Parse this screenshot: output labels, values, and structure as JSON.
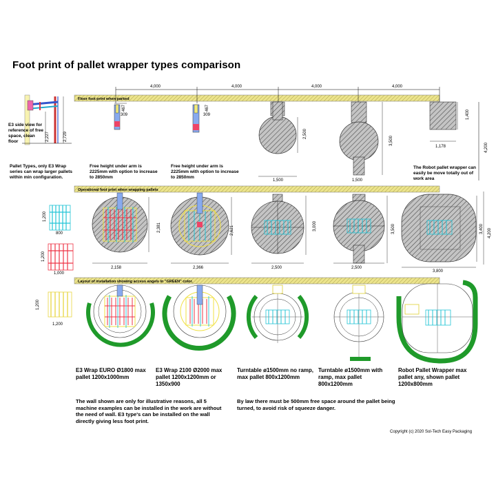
{
  "title": "Foot print of pallet wrapper types comparison",
  "bands": {
    "parked": "Floor foot print when parked",
    "operational": "Operational foot print when wrapping pallets",
    "layout": "Layout of installation showing access angels in \"GREEN\" color."
  },
  "top_dims": [
    "4,000",
    "4,000",
    "4,000",
    "4,000"
  ],
  "total_height_dim": "4,200",
  "side_view_note": "E3 side view for reference of free space, clean floor",
  "side_view_dims": [
    "2,227",
    "2,729"
  ],
  "pallet_types_note": "Pallet Types, only E3 Wrap series can wrap larger pallets within min configuration.",
  "parked_dims": {
    "e3_euro": [
      "467",
      "309"
    ],
    "e3_2100": [
      "467",
      "309"
    ],
    "tt_no_ramp": [
      "2,500",
      "1,500"
    ],
    "tt_ramp": [
      "3,500",
      "1,500"
    ],
    "robot": [
      "1,400",
      "1,178"
    ]
  },
  "free_height_note_1": "Free height under arm is 2225mm with option to increase to 2850mm",
  "free_height_note_2": "Free height under arm is 2225mm with option to increase to 2850mm",
  "robot_note": "The Robot pallet wrapper can easily be move totally out of work area",
  "pallets": [
    {
      "w": "800",
      "h": "1,200"
    },
    {
      "w": "1,000",
      "h": "1,200"
    },
    {
      "w": "1,200",
      "h": "1,200"
    }
  ],
  "op_dims": {
    "e3_euro": [
      "2,158",
      "2,381"
    ],
    "e3_2100": [
      "2,366",
      "2,621"
    ],
    "tt_no_ramp": [
      "2,500",
      "3,000"
    ],
    "tt_ramp": [
      "2,500",
      "3,500"
    ],
    "robot": [
      "3,800",
      "3,400",
      "4,200"
    ]
  },
  "captions": [
    "E3  Wrap EURO Ø1800 max pallet 1200x1000mm",
    "E3  Wrap 2100 Ø2000 max pallet 1200x1200mm or 1350x900",
    "Turntable ø1500mm no ramp, max pallet 800x1200mm",
    "Turntable ø1500mm with ramp, max pallet 800x1200mm",
    "Robot Pallet Wrapper max pallet any, shown pallet 1200x800mm"
  ],
  "wall_note": "The wall shown are only for illustrative reasons, all 5 machine examples can be installed in the work are without the need of wall. E3 type's can be installed on the wall directly giving less foot print.",
  "law_note": "By law there must be 500mm free space around the pallet being turned, to avoid risk of squeeze danger.",
  "copyright": "Copyright  (c) 2020 Sol-Tech Easy Packaging",
  "colors": {
    "band": "#e8e08a",
    "green": "#1f9a2a",
    "hatch_bg": "#b9b9b9",
    "pallet_cyan": "#21c4d6",
    "pallet_red": "#ee3344",
    "pallet_yellow": "#f3e84a"
  }
}
